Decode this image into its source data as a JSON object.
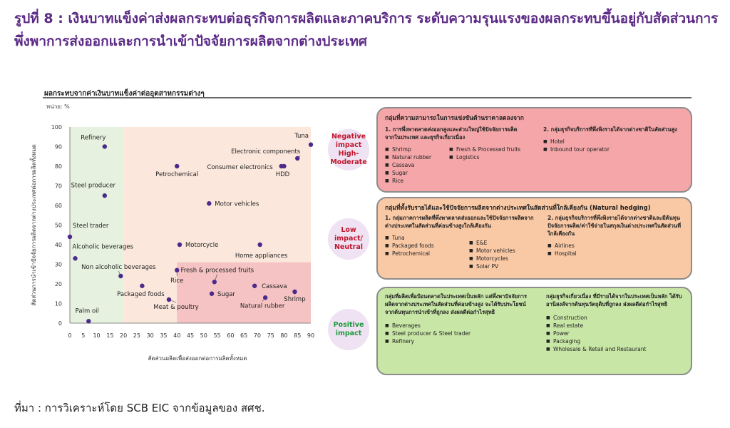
{
  "title": "รูปที่ 8 : เงินบาทแข็งค่าส่งผลกระทบต่อธุรกิจการผลิตและภาคบริการ ระดับความรุนแรงของผลกระทบขึ้นอยู่กับสัดส่วนการพึ่งพาการส่งออกและการนำเข้าปัจจัยการผลิตจากต่างประเทศ",
  "chart_data": {
    "type": "scatter",
    "title": "ผลกระทบจากค่าเงินบาทแข็งค่าต่ออุตสาหกรรมต่างๆ",
    "unit": "หน่วย: %",
    "xlabel": "สัดส่วนผลิตเพื่อส่งออกต่อการผลิตทั้งหมด",
    "ylabel": "สัดส่วนการนำเข้าปัจจัยการผลิตจากต่างประเทศต่อการผลิตทั้งหมด",
    "xlim": [
      0,
      90
    ],
    "ylim": [
      0,
      100
    ],
    "xticks": [
      "0",
      "5",
      "10",
      "15",
      "20",
      "25",
      "30",
      "35",
      "40",
      "45",
      "50",
      "55",
      "60",
      "65",
      "70",
      "75",
      "80",
      "85",
      "90"
    ],
    "yticks": [
      "0",
      "10",
      "20",
      "30",
      "40",
      "50",
      "60",
      "70",
      "80",
      "90",
      "100"
    ],
    "grid": false,
    "regions": [
      {
        "x": [
          0,
          20
        ],
        "y": [
          0,
          100
        ],
        "color": "#e6f2df"
      },
      {
        "x": [
          20,
          90
        ],
        "y": [
          0,
          100
        ],
        "color": "#fbe7dc"
      },
      {
        "x": [
          40,
          90
        ],
        "y": [
          0,
          31
        ],
        "color": "#f5c3c3"
      }
    ],
    "points": [
      {
        "label": "Tuna",
        "x": 90,
        "y": 91
      },
      {
        "label": "Electronic components",
        "x": 85,
        "y": 84
      },
      {
        "label": "Consumer electronics",
        "x": 79,
        "y": 80
      },
      {
        "label": "HDD",
        "x": 80,
        "y": 80
      },
      {
        "label": "Refinery",
        "x": 13,
        "y": 90
      },
      {
        "label": "Petrochemical",
        "x": 40,
        "y": 80
      },
      {
        "label": "Steel producer",
        "x": 13,
        "y": 65
      },
      {
        "label": "Motor vehicles",
        "x": 52,
        "y": 61
      },
      {
        "label": "Steel trader",
        "x": 0,
        "y": 44
      },
      {
        "label": "Alcoholic beverages",
        "x": 2,
        "y": 33
      },
      {
        "label": "Motorcycle",
        "x": 41,
        "y": 40
      },
      {
        "label": "Home appliances",
        "x": 71,
        "y": 40
      },
      {
        "label": "Non alcoholic beverages",
        "x": 19,
        "y": 24
      },
      {
        "label": "Fresh & processed fruits",
        "x": 54,
        "y": 21
      },
      {
        "label": "Rice",
        "x": 40,
        "y": 27
      },
      {
        "label": "Packaged foods",
        "x": 27,
        "y": 19
      },
      {
        "label": "Sugar",
        "x": 53,
        "y": 15
      },
      {
        "label": "Cassava",
        "x": 69,
        "y": 19
      },
      {
        "label": "Shrimp",
        "x": 84,
        "y": 16
      },
      {
        "label": "Natural rubber",
        "x": 73,
        "y": 13
      },
      {
        "label": "Meat & poultry",
        "x": 37,
        "y": 12
      },
      {
        "label": "Palm oil",
        "x": 7,
        "y": 1
      }
    ]
  },
  "impacts": {
    "negative": [
      "Negative",
      "impact",
      "High-",
      "Moderate"
    ],
    "neutral": [
      "Low",
      "impact/",
      "Neutral"
    ],
    "positive": [
      "Positive",
      "impact"
    ]
  },
  "boxes": {
    "negative": {
      "title": "กลุ่มที่ความสามารถในการแข่งขันด้านราคาลดลงจาก",
      "col1_head": "1. การพึ่งพาตลาดส่งออกสูงและส่วนใหญ่ใช้ปัจจัยการผลิตจากในประเทศ และธุรกิจเกี่ยวเนื่อง",
      "col1_items": [
        "Shrimp",
        "Natural rubber",
        "Cassava",
        "Sugar",
        "Rice"
      ],
      "col1b_items": [
        "Fresh & Processed fruits",
        "Logistics"
      ],
      "col2_head": "2. กลุ่มธุรกิจบริการที่พึ่งพิงรายได้จากต่างชาติในสัดส่วนสูง",
      "col2_items": [
        "Hotel",
        "Inbound tour operator"
      ]
    },
    "neutral": {
      "title": "กลุ่มที่ทั้งรับรายได้และใช้ปัจจัยการผลิตจากต่างประเทศในสัดส่วนที่ใกล้เคียงกัน (Natural hedging)",
      "col1_head": "1. กลุ่มภาคการผลิตที่พึ่งพาตลาดส่งออกและใช้ปัจจัยการผลิตจากต่างประเทศในสัดส่วนที่ค่อนข้างสูงใกล้เคียงกัน",
      "col1_items": [
        "Tuna",
        "Packaged foods",
        "Petrochemical"
      ],
      "col1b_items": [
        "E&E",
        "Motor vehicles",
        "Motorcycles",
        "Solar PV"
      ],
      "col2_head": "2. กลุ่มธุรกิจบริการที่พึ่งพิงรายได้จากต่างชาติและมีต้นทุนปัจจัยการผลิต/ค่าใช้จ่ายในสกุลเงินต่างประเทศในสัดส่วนที่ใกล้เคียงกัน",
      "col2_items": [
        "Airlines",
        "Hospital"
      ]
    },
    "positive": {
      "col1_head": "กลุ่มที่ผลิตเพื่อป้อนตลาดในประเทศเป็นหลัก แต่พึ่งพาปัจจัยการผลิตจากต่างประเทศในสัดส่วนที่ค่อนข้างสูง จะได้รับประโยชน์จากต้นทุนการนำเข้าที่ถูกลง ส่งผลดีต่อกำไรสุทธิ",
      "col1_items": [
        "Beverages",
        "Steel producer & Steel trader",
        "Refinery"
      ],
      "col2_head": "กลุ่มธุรกิจเกี่ยวเนื่อง ที่มีรายได้จากในประเทศเป็นหลัก ได้รับอานิสงส์จากต้นทุนวัตถุดิบที่ถูกลง ส่งผลดีต่อกำไรสุทธิ",
      "col2_items": [
        "Construction",
        "Real estate",
        "Power",
        "Packaging",
        "Wholesale & Retail and Restaurant"
      ]
    }
  },
  "source": "ที่มา : การวิเคราะห์โดย SCB EIC จากข้อมูลของ สศช."
}
